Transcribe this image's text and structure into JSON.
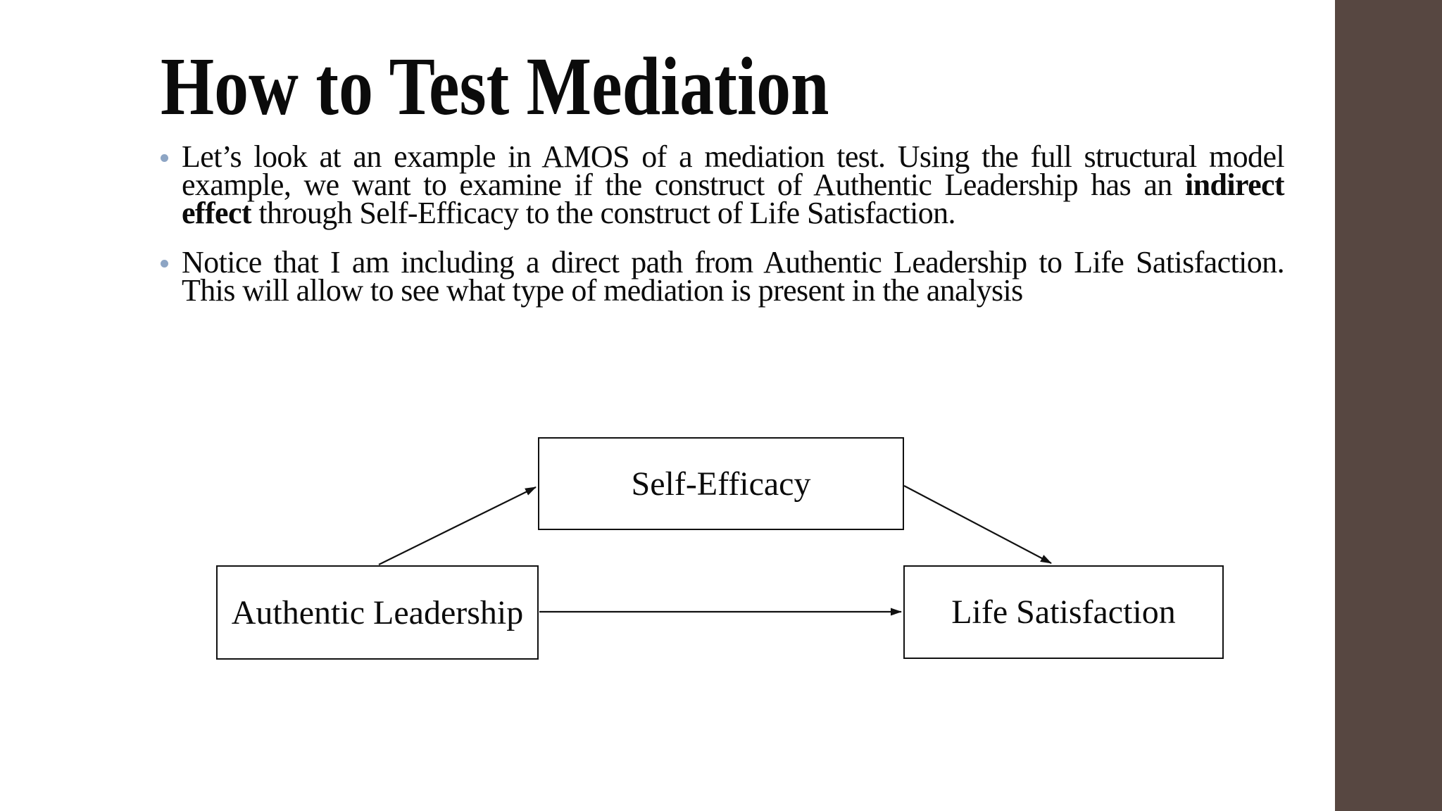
{
  "colors": {
    "paper": "#ffffff",
    "ink": "#0b0b0b",
    "stripe": "#574741",
    "dot": "#8da5c4",
    "line": "#111111"
  },
  "slide": {
    "title": "How to Test Mediation"
  },
  "content": {
    "bullets": [
      {
        "lines": [
          {
            "runs": [
              {
                "t": "Let’s look at an example in AMOS of a mediation test. Using the full structural model"
              }
            ]
          },
          {
            "runs": [
              {
                "t": "example, we want to examine if the construct of Authentic Leadership has an "
              },
              {
                "t": "indirect",
                "bold": true
              }
            ]
          },
          {
            "runs": [
              {
                "t": "effect",
                "bold": true
              },
              {
                "t": " through Self-Efficacy to the construct of Life Satisfaction."
              }
            ]
          }
        ]
      },
      {
        "lines": [
          {
            "runs": [
              {
                "t": "Notice that I am including a direct path from Authentic Leadership to Life Satisfaction."
              }
            ]
          },
          {
            "runs": [
              {
                "t": "This will allow to see what type of mediation is present in the analysis"
              }
            ]
          }
        ]
      }
    ]
  },
  "diagram": {
    "nodes": [
      {
        "id": "self-efficacy",
        "label": "Self-Efficacy"
      },
      {
        "id": "authentic-leadership",
        "label": "Authentic Leadership"
      },
      {
        "id": "life-satisfaction",
        "label": "Life Satisfaction"
      }
    ],
    "edges": [
      {
        "from": "authentic-leadership",
        "to": "self-efficacy"
      },
      {
        "from": "self-efficacy",
        "to": "life-satisfaction"
      },
      {
        "from": "authentic-leadership",
        "to": "life-satisfaction"
      }
    ]
  }
}
